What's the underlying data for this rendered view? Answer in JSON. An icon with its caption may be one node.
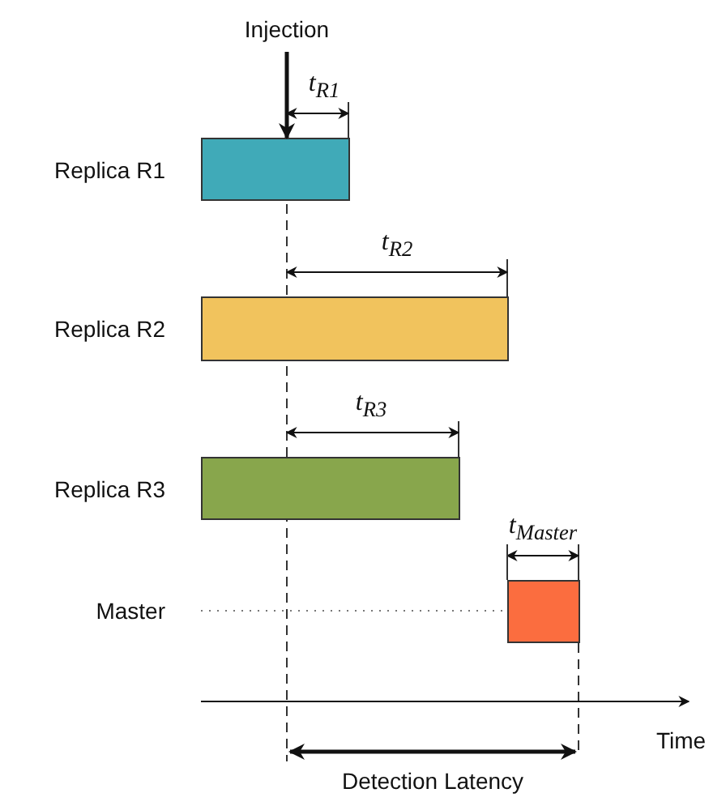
{
  "diagram": {
    "nodes": [
      {
        "text": [
          "Injection"
        ]
      },
      {
        "text": [],
        "shape": "bar",
        "beside": [
          "Replica R1"
        ]
      },
      {
        "text": [],
        "shape": "bar",
        "beside": [
          "Replica R2"
        ]
      },
      {
        "text": [],
        "shape": "bar",
        "beside": [
          "Replica R3"
        ]
      },
      {
        "text": [],
        "shape": "bar"
      }
    ],
    "edges": [
      {
        "from": 0,
        "to": 1,
        "arrow": "to"
      }
    ],
    "labels": [
      "t$_{R1}$",
      "t$_{R2}$",
      "t$_{R3}$",
      "t$_{Master}$",
      "Master",
      "Time",
      "Detection Latency"
    ]
  }
}
